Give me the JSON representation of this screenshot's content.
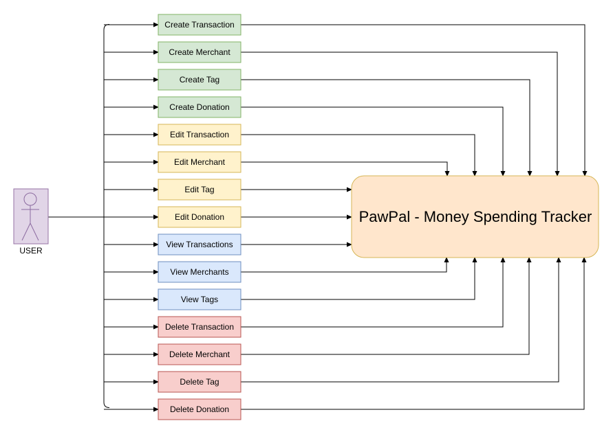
{
  "actor": {
    "label": "USER",
    "colors": {
      "fill": "#e1d5e7",
      "stroke": "#9673a6"
    }
  },
  "system": {
    "label": "PawPal - Money Spending Tracker",
    "colors": {
      "fill": "#ffe6cc",
      "stroke": "#d6b656"
    }
  },
  "groups": [
    {
      "name": "create",
      "colors": {
        "fill": "#d5e8d4",
        "stroke": "#82b366"
      }
    },
    {
      "name": "edit",
      "colors": {
        "fill": "#fff2cc",
        "stroke": "#d6b656"
      }
    },
    {
      "name": "view",
      "colors": {
        "fill": "#dae8fc",
        "stroke": "#6c8ebf"
      }
    },
    {
      "name": "delete",
      "colors": {
        "fill": "#f8cecc",
        "stroke": "#b85450"
      }
    }
  ],
  "use_cases": [
    {
      "label": "Create Transaction",
      "group": "create"
    },
    {
      "label": "Create Merchant",
      "group": "create"
    },
    {
      "label": "Create Tag",
      "group": "create"
    },
    {
      "label": "Create Donation",
      "group": "create"
    },
    {
      "label": "Edit Transaction",
      "group": "edit"
    },
    {
      "label": "Edit Merchant",
      "group": "edit"
    },
    {
      "label": "Edit Tag",
      "group": "edit"
    },
    {
      "label": "Edit Donation",
      "group": "edit"
    },
    {
      "label": "View Transactions",
      "group": "view"
    },
    {
      "label": "View Merchants",
      "group": "view"
    },
    {
      "label": "View Tags",
      "group": "view"
    },
    {
      "label": "Delete Transaction",
      "group": "delete"
    },
    {
      "label": "Delete Merchant",
      "group": "delete"
    },
    {
      "label": "Delete Tag",
      "group": "delete"
    },
    {
      "label": "Delete Donation",
      "group": "delete"
    }
  ]
}
